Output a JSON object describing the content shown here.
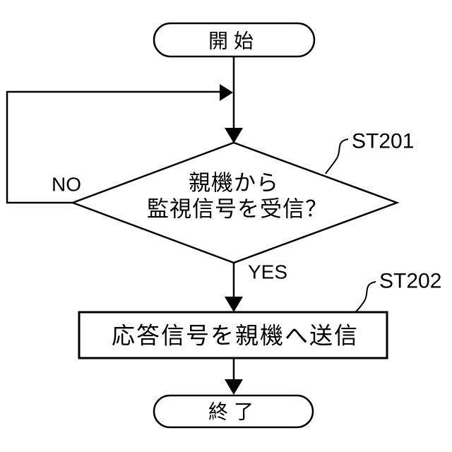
{
  "flowchart": {
    "colors": {
      "line": "#000000",
      "background": "#ffffff"
    },
    "nodes": {
      "start": {
        "type": "terminal",
        "label": "開始"
      },
      "decision": {
        "type": "decision",
        "label_line1": "親機から",
        "label_line2": "監視信号を受信？",
        "step_id": "ST201",
        "branch_no": "NO",
        "branch_yes": "YES"
      },
      "process": {
        "type": "process",
        "label": "応答信号を親機へ送信",
        "step_id": "ST202"
      },
      "end": {
        "type": "terminal",
        "label": "終了"
      }
    }
  }
}
